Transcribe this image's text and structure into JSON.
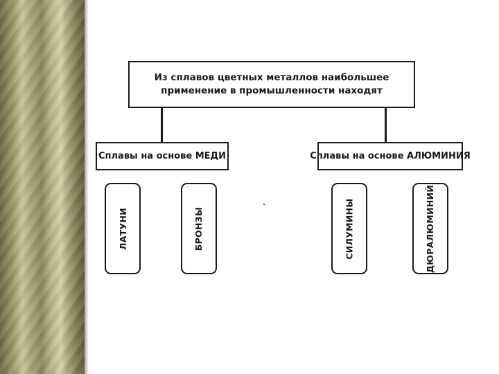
{
  "diagram": {
    "root": {
      "line1": "Из сплавов цветных металлов наибольшее",
      "line2": "применение в промышленности находят"
    },
    "groups": [
      {
        "label": "Сплавы на основе МЕДИ",
        "children": [
          "ЛАТУНИ",
          "БРОНЗЫ"
        ]
      },
      {
        "label": "Сплавы на основе АЛЮМИНИЯ",
        "children": [
          "СИЛУМИНЫ",
          "ДЮРАЛЮМИНИЙ"
        ]
      }
    ]
  },
  "colors": {
    "border": "#1a1a1a",
    "strip": "#a7a276"
  }
}
